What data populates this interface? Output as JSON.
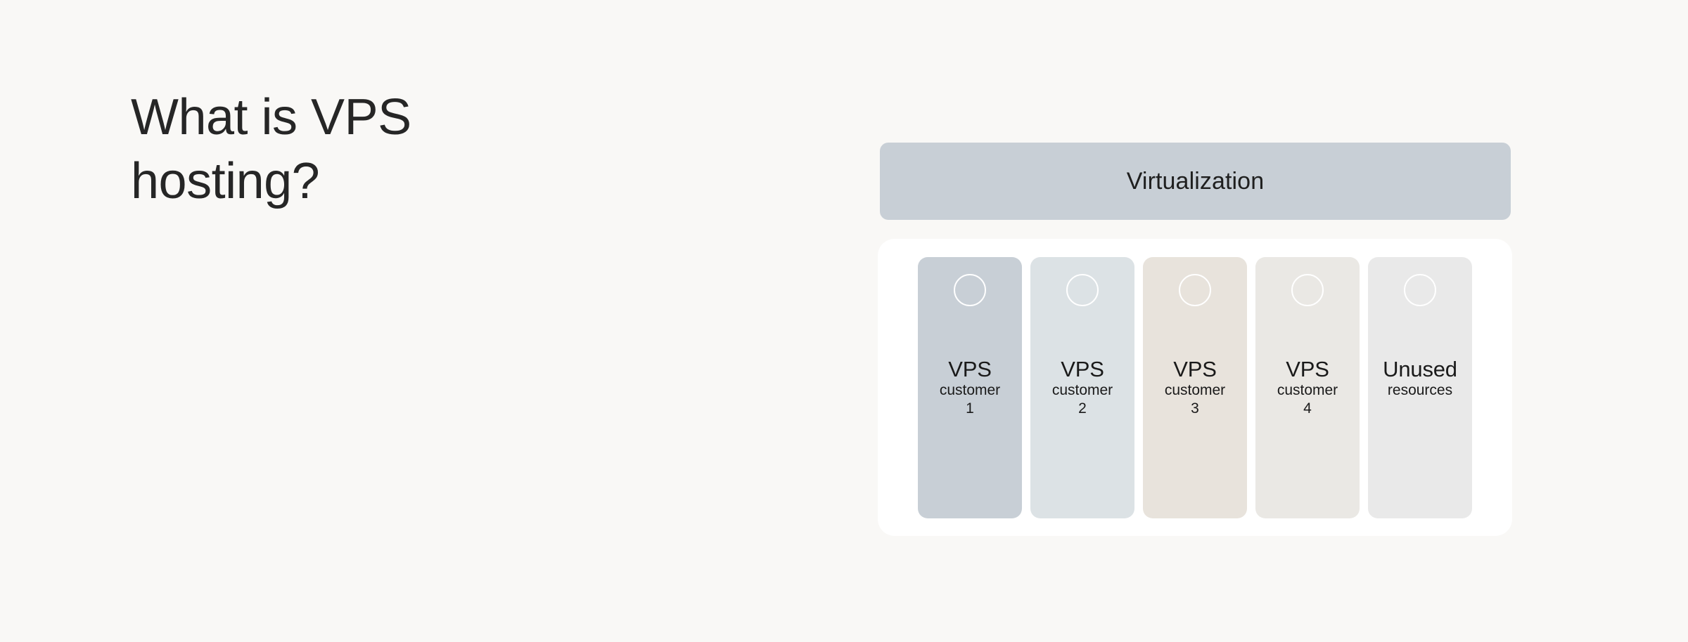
{
  "page": {
    "background_color": "#f9f8f6",
    "text_color": "#262626"
  },
  "headline": {
    "line1": "What is VPS",
    "line2": "hosting?",
    "full_text": "What is VPS hosting?"
  },
  "diagram": {
    "banner": {
      "label": "Virtualization",
      "background_color": "#c8cfd6"
    },
    "panel": {
      "background_color": "#ffffff"
    },
    "cards": [
      {
        "title": "VPS",
        "subtitle": "customer",
        "number": "1",
        "background_color": "#c8cfd6",
        "ring_icon": "circle-outline-icon"
      },
      {
        "title": "VPS",
        "subtitle": "customer",
        "number": "2",
        "background_color": "#dce2e5",
        "ring_icon": "circle-outline-icon"
      },
      {
        "title": "VPS",
        "subtitle": "customer",
        "number": "3",
        "background_color": "#e8e3dc",
        "ring_icon": "circle-outline-icon"
      },
      {
        "title": "VPS",
        "subtitle": "customer",
        "number": "4",
        "background_color": "#eae8e4",
        "ring_icon": "circle-outline-icon"
      },
      {
        "title": "Unused",
        "subtitle": "resources",
        "number": "",
        "background_color": "#e9e9e9",
        "ring_icon": "circle-outline-icon"
      }
    ]
  }
}
